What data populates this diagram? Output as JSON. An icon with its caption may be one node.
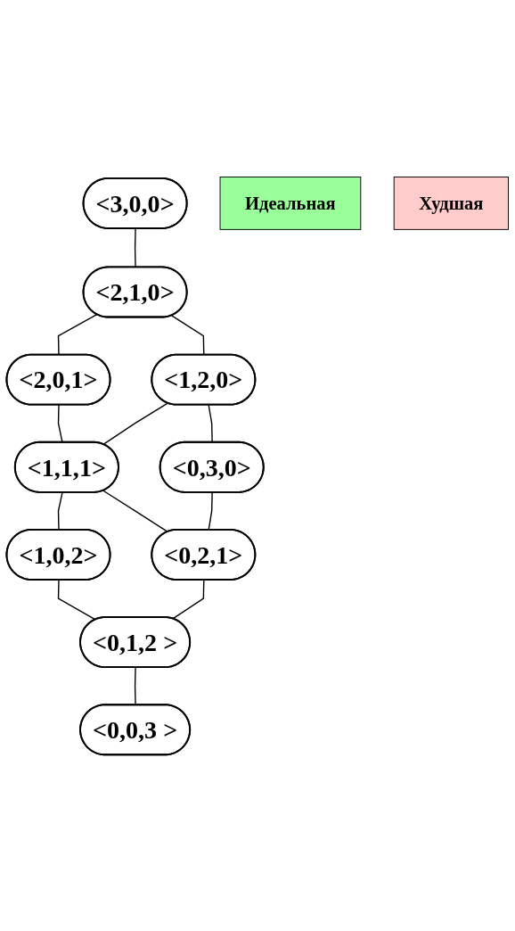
{
  "diagram": {
    "nodes": [
      {
        "text": [
          "<3,0,0>"
        ]
      },
      {
        "text": [
          "Идеальная"
        ]
      },
      {
        "text": [
          "<2,1,0>"
        ]
      },
      {
        "text": [
          "<2,0,1>"
        ]
      },
      {
        "text": [
          "<1,2,0>"
        ]
      },
      {
        "text": [
          "<1,1,1>"
        ]
      },
      {
        "text": [
          "<0,3,0>"
        ]
      },
      {
        "text": [
          "<1,0,2>"
        ]
      },
      {
        "text": [
          "<0,2,1>"
        ]
      },
      {
        "text": [
          "<0,1,2 >"
        ]
      },
      {
        "text": [
          "<0,0,3 >"
        ]
      },
      {
        "text": [
          "Худшая"
        ]
      }
    ],
    "edges": [
      {
        "from": 0,
        "to": 2,
        "arrow": "none"
      },
      {
        "from": 2,
        "to": 3,
        "arrow": "none"
      },
      {
        "from": 2,
        "to": 4,
        "arrow": "none"
      },
      {
        "from": 3,
        "to": 5,
        "arrow": "none"
      },
      {
        "from": 4,
        "to": 5,
        "arrow": "none"
      },
      {
        "from": 4,
        "to": 6,
        "arrow": "none"
      },
      {
        "from": 5,
        "to": 7,
        "arrow": "none"
      },
      {
        "from": 5,
        "to": 8,
        "arrow": "none"
      },
      {
        "from": 6,
        "to": 8,
        "arrow": "none"
      },
      {
        "from": 7,
        "to": 9,
        "arrow": "none"
      },
      {
        "from": 8,
        "to": 9,
        "arrow": "none"
      },
      {
        "from": 9,
        "to": 10,
        "arrow": "none"
      }
    ]
  }
}
